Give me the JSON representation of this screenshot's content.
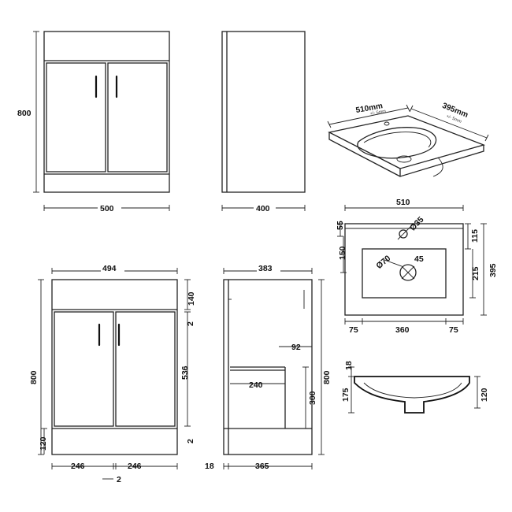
{
  "front_view_top": {
    "height": "800",
    "width": "500"
  },
  "side_view_top": {
    "depth": "400"
  },
  "basin_iso": {
    "width": "510mm",
    "depth": "395mm",
    "tolerance_w": "+/- 5mm",
    "tolerance_d": "+/- 5mm"
  },
  "basin_plan": {
    "width": "510",
    "tap_hole": "Ø35",
    "waste_hole": "Ø70",
    "angle": "45",
    "top_rim": "55",
    "tap_offset": "150",
    "right_top": "115",
    "right_bowl": "215",
    "overall_depth": "395",
    "left_margin": "75",
    "bowl_width": "360",
    "right_margin": "75"
  },
  "basin_section": {
    "rim": "18",
    "outer_depth": "175",
    "bowl_depth": "120"
  },
  "front_view_bottom": {
    "width": "494",
    "height": "800",
    "top_panel": "140",
    "gap_top": "2",
    "door_height": "536",
    "gap_bottom": "2",
    "plinth": "120",
    "door_left": "246",
    "door_right": "246",
    "door_gap": "2"
  },
  "side_view_bottom": {
    "depth": "383",
    "height": "800",
    "shelf_inset": "92",
    "shelf_depth": "240",
    "shelf_height": "300",
    "back_gap": "18",
    "base_depth": "365"
  }
}
